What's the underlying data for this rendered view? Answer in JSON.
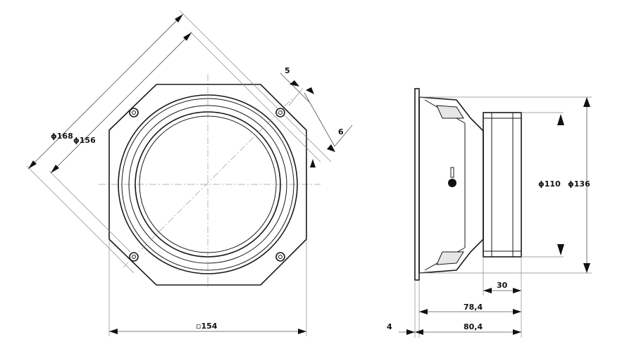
{
  "front_view": {
    "dim_diagonal_outer": "ϕ168",
    "dim_diagonal_inner": "ϕ156",
    "dim_hole_offset": "5",
    "dim_hole_size": "6",
    "dim_square": "▫154"
  },
  "side_view": {
    "dim_magnet_dia": "ϕ110",
    "dim_frame_dia": "ϕ136",
    "dim_magnet_depth": "30",
    "dim_depth_inner": "78,4",
    "dim_depth_total": "80,4",
    "dim_flange": "4"
  },
  "colors": {
    "line": "#1a1a1a",
    "dimension": "#555555",
    "background": "#ffffff"
  }
}
